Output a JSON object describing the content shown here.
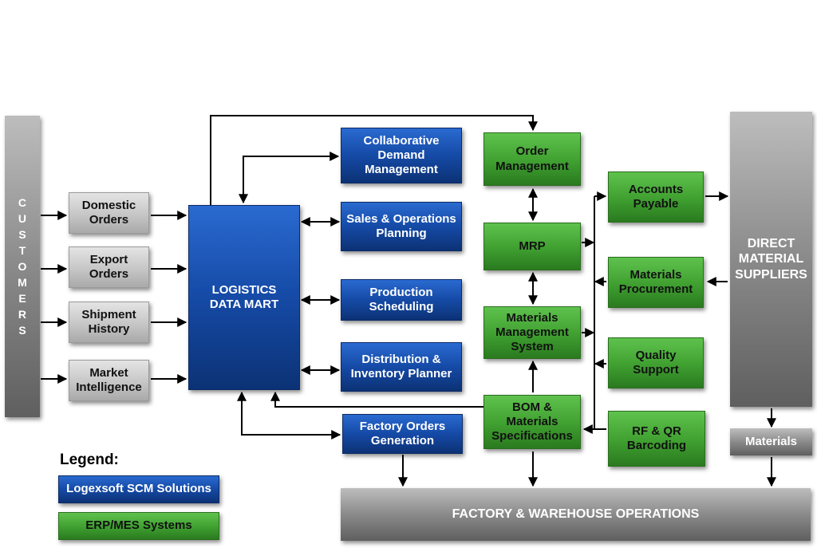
{
  "customers": {
    "label": "C\nU\nS\nT\nO\nM\nE\nR\nS"
  },
  "inputs": {
    "domestic_orders": "Domestic\nOrders",
    "export_orders": "Export\nOrders",
    "shipment_history": "Shipment\nHistory",
    "market_intelligence": "Market\nIntelligence"
  },
  "logistics_data_mart": "LOGISTICS\nDATA MART",
  "scm_modules": {
    "collaborative_demand": "Collaborative\nDemand\nManagement",
    "sales_operations": "Sales & Operations\nPlanning",
    "production_scheduling": "Production\nScheduling",
    "distribution_inventory": "Distribution &\nInventory Planner",
    "factory_orders": "Factory Orders\nGeneration"
  },
  "erp_modules": {
    "order_management": "Order\nManagement",
    "mrp": "MRP",
    "materials_management": "Materials\nManagement\nSystem",
    "bom_specifications": "BOM &\nMaterials\nSpecifications",
    "accounts_payable": "Accounts\nPayable",
    "materials_procurement": "Materials\nProcurement",
    "quality_support": "Quality\nSupport",
    "rf_qr_barcoding": "RF & QR\nBarcoding"
  },
  "direct_material_suppliers": "DIRECT\nMATERIAL\nSUPPLIERS",
  "materials": "Materials",
  "factory_warehouse": "FACTORY & WAREHOUSE OPERATIONS",
  "legend": {
    "title": "Legend:",
    "scm": "Logexsoft SCM Solutions",
    "erp": "ERP/MES Systems"
  },
  "colors": {
    "blue": "#154aa6",
    "green": "#3f9f30",
    "gray": "#c6c6c6",
    "dark_gray": "#8a8a8a"
  }
}
